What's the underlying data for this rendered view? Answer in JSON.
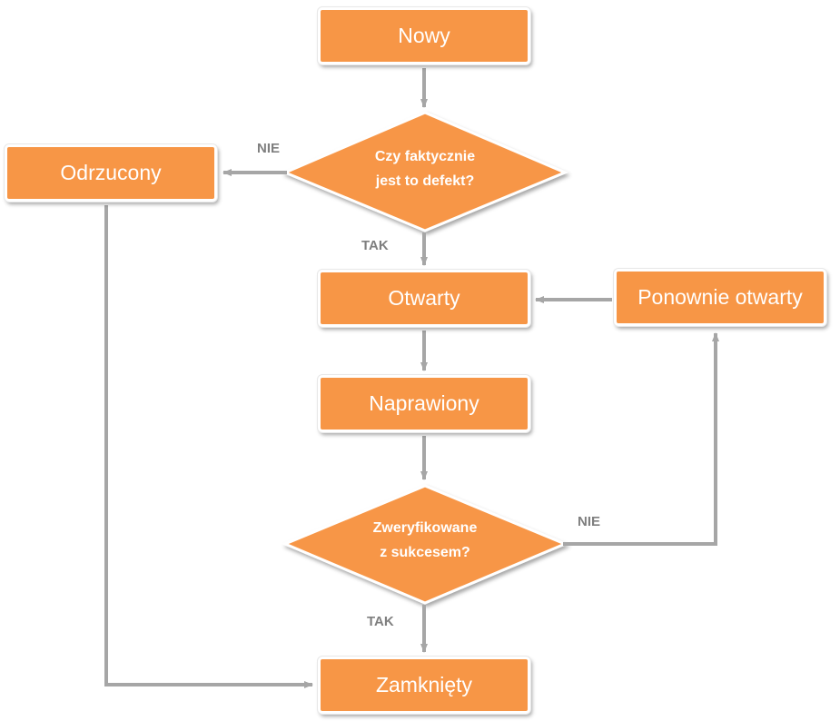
{
  "nodes": {
    "nowy": "Nowy",
    "odrzucony": "Odrzucony",
    "otwarty": "Otwarty",
    "ponownie_otwarty": "Ponownie otwarty",
    "naprawiony": "Naprawiony",
    "zamkniety": "Zamknięty"
  },
  "decisions": {
    "defekt": {
      "line1": "Czy faktycznie",
      "line2": "jest to defekt?"
    },
    "weryfikacja": {
      "line1": "Zweryfikowane",
      "line2": "z sukcesem?"
    }
  },
  "edge_labels": {
    "defekt_no": "NIE",
    "defekt_yes": "TAK",
    "weryfikacja_no": "NIE",
    "weryfikacja_yes": "TAK"
  },
  "colors": {
    "node_fill": "#F79646",
    "arrow": "#A6A6A6",
    "edge_label": "#7F7F7F",
    "node_text": "#FFFFFF"
  }
}
